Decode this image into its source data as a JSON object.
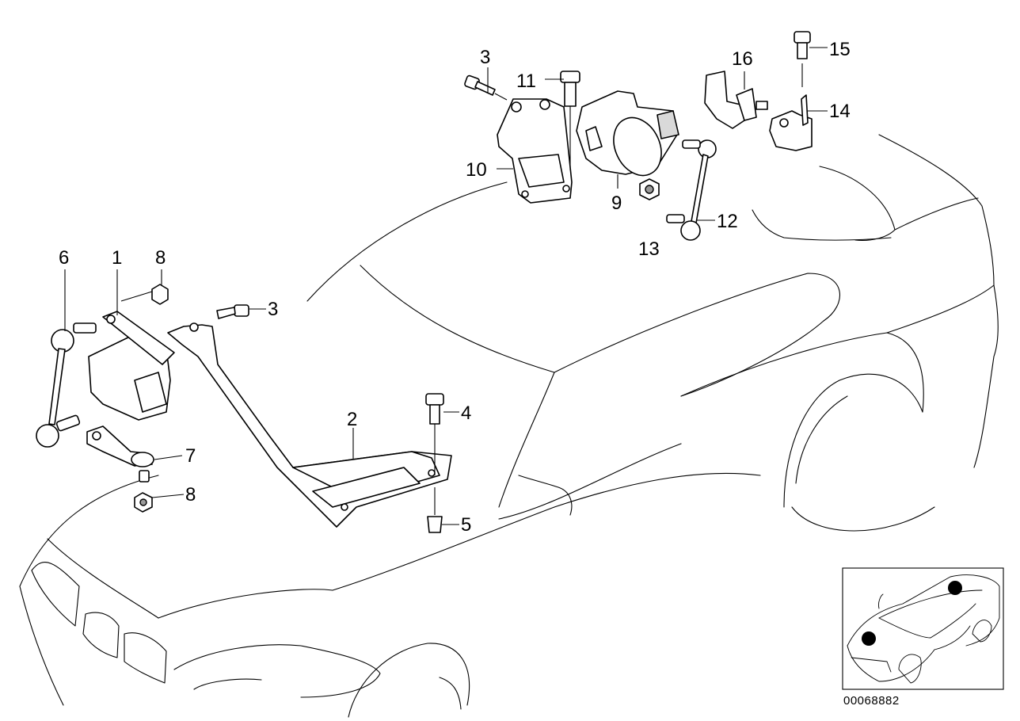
{
  "diagram_number": "00068882",
  "callouts": [
    {
      "id": "c3a",
      "label": "3"
    },
    {
      "id": "c11",
      "label": "11"
    },
    {
      "id": "c16",
      "label": "16"
    },
    {
      "id": "c15",
      "label": "15"
    },
    {
      "id": "c14",
      "label": "14"
    },
    {
      "id": "c10",
      "label": "10"
    },
    {
      "id": "c9",
      "label": "9"
    },
    {
      "id": "c12",
      "label": "12"
    },
    {
      "id": "c13",
      "label": "13"
    },
    {
      "id": "c6",
      "label": "6"
    },
    {
      "id": "c1",
      "label": "1"
    },
    {
      "id": "c8a",
      "label": "8"
    },
    {
      "id": "c3b",
      "label": "3"
    },
    {
      "id": "c2",
      "label": "2"
    },
    {
      "id": "c4",
      "label": "4"
    },
    {
      "id": "c7",
      "label": "7"
    },
    {
      "id": "c8b",
      "label": "8"
    },
    {
      "id": "c5",
      "label": "5"
    }
  ],
  "locator_inset": {
    "description_icon": "car-locator-icon",
    "markers": 2
  }
}
